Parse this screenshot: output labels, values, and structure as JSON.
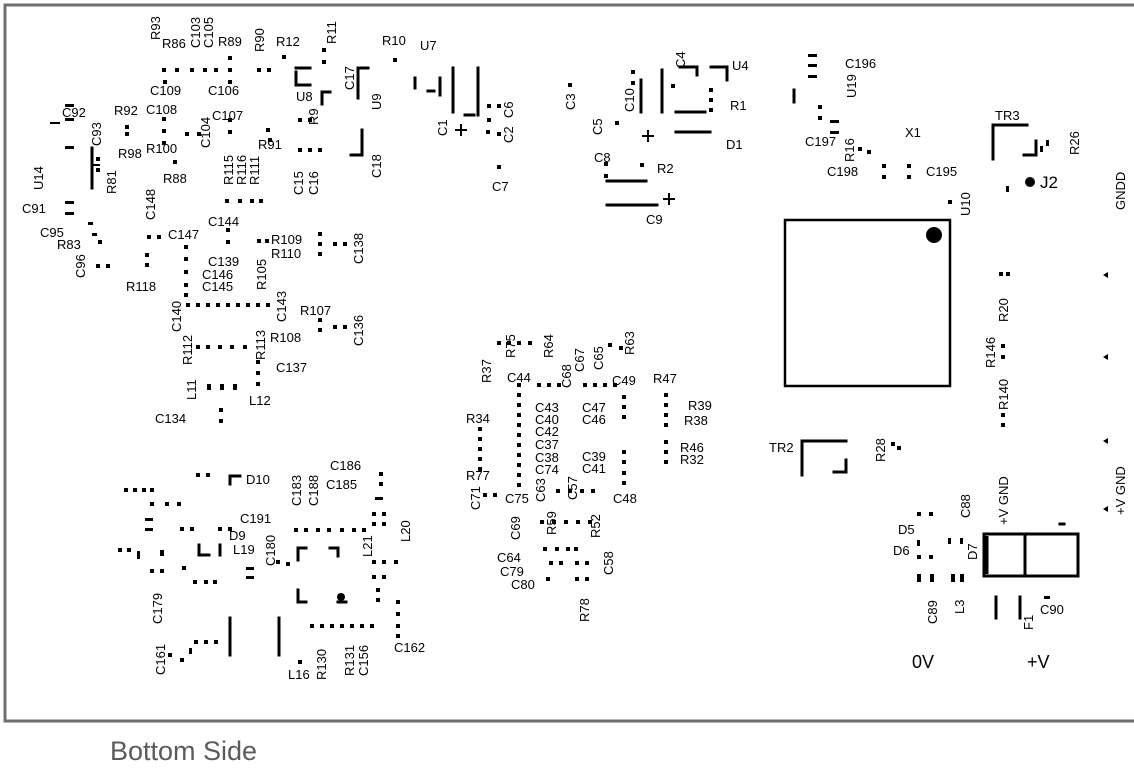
{
  "caption": "Bottom Side",
  "colors": {
    "board_border": "#6f6f6f",
    "ink": "#000000",
    "caption": "#5b5b5b",
    "background": "#ffffff"
  },
  "big_labels": {
    "zero_v": "0V",
    "plus_v": "+V",
    "j2": "J2"
  },
  "edge_labels": {
    "gndd": "GNDD",
    "v_gnd_right": "+V GND",
    "v_gnd_left": "+V GND"
  },
  "labels": {
    "R93": "R93",
    "R86": "R86",
    "C103": "C103",
    "C105": "C105",
    "R89": "R89",
    "R90": "R90",
    "R12": "R12",
    "R11": "R11",
    "R10": "R10",
    "U7": "U7",
    "C109": "C109",
    "C106": "C106",
    "U8": "U8",
    "C17": "C17",
    "U9": "U9",
    "R9": "R9",
    "C4": "C4",
    "U4": "U4",
    "C196": "C196",
    "U19": "U19",
    "C92": "C92",
    "R92": "R92",
    "C108": "C108",
    "C107": "C107",
    "C104": "C104",
    "R91": "R91",
    "C93": "C93",
    "R98": "R98",
    "R100": "R100",
    "C3": "C3",
    "C10": "C10",
    "R1": "R1",
    "C5": "C5",
    "C1": "C1",
    "C2": "C2",
    "C6": "C6",
    "D1": "D1",
    "C197": "C197",
    "R16": "R16",
    "X1": "X1",
    "TR3": "TR3",
    "R26": "R26",
    "U14": "U14",
    "R81": "R81",
    "R88": "R88",
    "R115": "R115",
    "R116": "R116",
    "R111": "R111",
    "C15": "C15",
    "C16": "C16",
    "C18": "C18",
    "C7": "C7",
    "C8": "C8",
    "R2": "R2",
    "C9": "C9",
    "C198": "C198",
    "C195": "C195",
    "U10": "U10",
    "C148": "C148",
    "C91": "C91",
    "C144": "C144",
    "C147": "C147",
    "R109": "R109",
    "R110": "R110",
    "C138": "C138",
    "C95": "C95",
    "R83": "R83",
    "C96": "C96",
    "C139": "C139",
    "C146": "C146",
    "C145": "C145",
    "R105": "R105",
    "R118": "R118",
    "R20": "R20",
    "C140": "C140",
    "C143": "C143",
    "R107": "R107",
    "R108": "R108",
    "C136": "C136",
    "R75": "R75",
    "R64": "R64",
    "C67": "C67",
    "C65": "C65",
    "R63": "R63",
    "R112": "R112",
    "R113": "R113",
    "R146": "R146",
    "C137": "C137",
    "R37": "R37",
    "C44": "C44",
    "C68": "C68",
    "C49": "C49",
    "R47": "R47",
    "L11": "L11",
    "L12": "L12",
    "C43": "C43",
    "C47": "C47",
    "R39": "R39",
    "R34": "R34",
    "C40": "C40",
    "C46": "C46",
    "R38": "R38",
    "R140": "R140",
    "C134": "C134",
    "C42": "C42",
    "C37": "C37",
    "R46": "R46",
    "TR2": "TR2",
    "R28": "R28",
    "C38": "C38",
    "C39": "C39",
    "R32": "R32",
    "C186": "C186",
    "C74": "C74",
    "C41": "C41",
    "D10": "D10",
    "C183": "C183",
    "C188": "C188",
    "C185": "C185",
    "R77": "R77",
    "C71": "C71",
    "C75": "C75",
    "C63": "C63",
    "C57": "C57",
    "C48": "C48",
    "C88": "C88",
    "C191": "C191",
    "L20": "L20",
    "D9": "D9",
    "C180": "C180",
    "L19": "L19",
    "L21": "L21",
    "C69": "C69",
    "R59": "R59",
    "R52": "R52",
    "D5": "D5",
    "D6": "D6",
    "D7": "D7",
    "C64": "C64",
    "C58": "C58",
    "C79": "C79",
    "C80": "C80",
    "C179": "C179",
    "R78": "R78",
    "C89": "C89",
    "L3": "L3",
    "C90": "C90",
    "F1": "F1",
    "C162": "C162",
    "C161": "C161",
    "R130": "R130",
    "R131": "R131",
    "C156": "C156",
    "L16": "L16"
  }
}
